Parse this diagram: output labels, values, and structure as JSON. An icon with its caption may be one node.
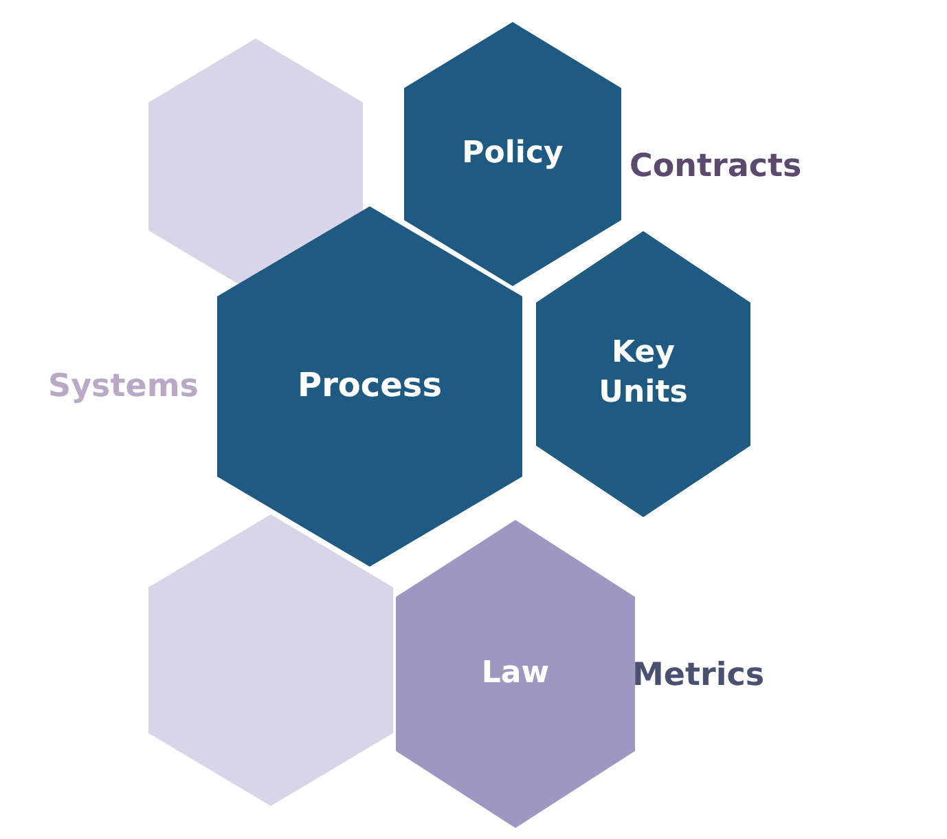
{
  "diagram": {
    "nodes": [
      {
        "text": [],
        "shape": "hexagon"
      },
      {
        "text": [
          "Policy"
        ]
      },
      {
        "text": [
          "Process"
        ]
      },
      {
        "text": [
          "Key Units"
        ]
      },
      {
        "text": [],
        "shape": "hexagon"
      },
      {
        "text": [
          "Law"
        ]
      }
    ],
    "labels": [
      "Contracts",
      "Systems",
      "Metrics"
    ]
  }
}
